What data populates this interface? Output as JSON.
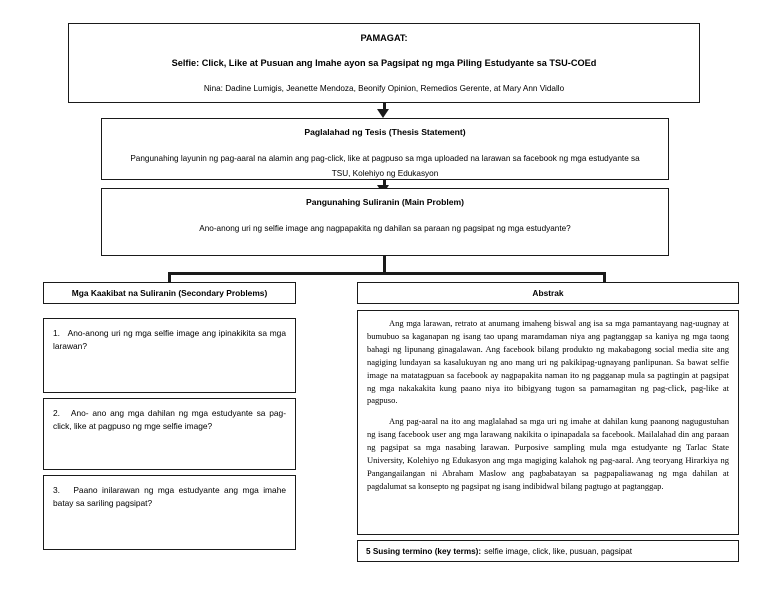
{
  "title_box": {
    "label": "PAMAGAT:",
    "main_title": "Selfie: Click, Like at Pusuan ang Imahe ayon sa Pagsipat ng mga Piling Estudyante sa TSU-COEd",
    "authors": "Nina: Dadine Lumigis, Jeanette Mendoza, Beonify Opinion, Remedios Gerente, at Mary Ann Vidallo"
  },
  "thesis": {
    "heading": "Paglalahad ng Tesis (Thesis Statement)",
    "body": "Pangunahing layunin ng pag-aaral na alamin ang pag-click, like at pagpuso sa mga uploaded na larawan sa facebook ng mga estudyante sa TSU, Kolehiyo ng Edukasyon"
  },
  "main_problem": {
    "heading": "Pangunahing Suliranin (Main Problem)",
    "body": "Ano-anong uri ng selfie image ang nagpapakita ng dahilan sa paraan ng pagsipat ng mga estudyante?"
  },
  "secondary": {
    "heading": "Mga Kaakibat na Suliranin (Secondary Problems)",
    "items": [
      {
        "number": "1.",
        "text": "Ano-anong uri ng mga selfie image ang ipinakikita sa mga larawan?"
      },
      {
        "number": "2.",
        "text": "Ano- ano ang mga dahilan ng mga estudyante sa pag-click, like at pagpuso ng mge selfie image?"
      },
      {
        "number": "3.",
        "text": "Paano inilarawan ng mga estudyante ang mga imahe batay sa sariling pagsipat?"
      }
    ]
  },
  "abstrak": {
    "heading": "Abstrak",
    "paragraph_1": "Ang mga larawan, retrato at anumang imaheng biswal ang isa sa mga pamantayang nag-uugnay at bumubuo sa kaganapan ng isang tao upang maramdaman niya ang pagtanggap sa kaniya ng mga taong bahagi ng lipunang ginagalawan. Ang facebook bilang produkto ng makabagong social media site ang nagiging lundayan sa kasalukuyan ng ano mang uri ng pakikipag-ugnayang panlipunan. Sa bawat selfie image na matatagpuan sa facebook ay nagpapakita naman ito ng pagganap mula sa pagtingin at pagsipat ng mga nakakakita kung paano niya ito bibigyang tugon sa pamamagitan ng pag-click, pag-like at pagpuso.",
    "paragraph_2": "Ang pag-aaral na ito ang maglalahad sa mga uri ng imahe at dahilan kung paanong nagugustuhan ng isang facebook user ang mga larawang nakikita o ipinapadala sa facebook. Mailalahad din ang paraan ng pagsipat sa mga nasabing larawan. Purposive sampling mula mga estudyante ng Tarlac State University, Kolehiyo ng Edukasyon ang mga magiging kalahok ng pag-aaral. Ang teoryang Hirarkiya ng Pangangailangan ni Abraham Maslow ang pagbabatayan sa pagpapaliawanag ng mga dahilan at pagdalumat sa konsepto ng pagsipat ng isang indibidwal bilang pagtugo at pagtanggap.",
    "key_terms_label": "5 Susing termino (key terms):",
    "key_terms_value": "selfie image, click, like, pusuan, pagsipat"
  },
  "colors": {
    "border": "#1a1a1a",
    "background": "#ffffff",
    "text": "#000000"
  }
}
